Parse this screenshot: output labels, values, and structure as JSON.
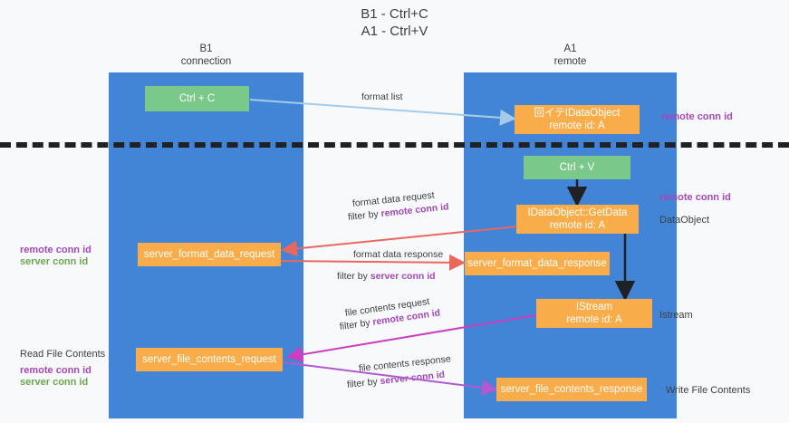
{
  "title": {
    "line1": "B1 - Ctrl+C",
    "line2": "A1 - Ctrl+V"
  },
  "lanes": [
    {
      "name": "B1",
      "subtitle": "connection"
    },
    {
      "name": "A1",
      "subtitle": "remote"
    }
  ],
  "colors": {
    "lane": "#4285d6",
    "green_box": "#7bc98a",
    "orange_box": "#f9ad4a",
    "purple_text": "#a347bb",
    "green_text": "#6aa84f",
    "arrow_blue": "#a6cbe8",
    "arrow_red": "#e8685d",
    "arrow_magenta": "#c councils",
    "arrow_black": "#202124",
    "divider": "#202124",
    "background": "#f8f9fa"
  },
  "boxes": {
    "ctrl_c": {
      "line1": "Ctrl + C",
      "line2": ""
    },
    "idataobject": {
      "line1": "回イテIDataObject",
      "line2": "remote id: A"
    },
    "ctrl_v": {
      "line1": "Ctrl + V",
      "line2": ""
    },
    "getdata": {
      "line1": "IDataObject::GetData",
      "line2": "remote id: A"
    },
    "server_format_data_request": {
      "line1": "server_format_data_request",
      "line2": ""
    },
    "server_format_data_response": {
      "line1": "server_format_data_response",
      "line2": ""
    },
    "istream": {
      "line1": "IStream",
      "line2": "remote id: A"
    },
    "server_file_contents_request": {
      "line1": "server_file_contents_request",
      "line2": ""
    },
    "server_file_contents_response": {
      "line1": "server_file_contents_response",
      "line2": ""
    }
  },
  "arrow_labels": {
    "format_list": "format list",
    "format_data_request": "format data request",
    "format_data_request_filter_prefix": "filter by ",
    "format_data_request_filter_value": "remote conn id",
    "format_data_response": "format data response",
    "format_data_response_filter_prefix": "filter by ",
    "format_data_response_filter_value": "server conn id",
    "file_contents_request": "file contents request",
    "file_contents_request_filter_prefix": "filter by ",
    "file_contents_request_filter_value": "remote conn id",
    "file_contents_response": "file contents response",
    "file_contents_response_filter_prefix": "filter by ",
    "file_contents_response_filter_value": "server conn id"
  },
  "side_notes": {
    "right_top_remote_conn_id": "remote conn id",
    "right_mid_remote_conn_id": "remote conn id",
    "right_dataobject": "DataObject",
    "right_istream": "Istream",
    "right_write_file_contents": "Write File Contents",
    "left_remote_conn_id": "remote conn id",
    "left_server_conn_id": "server conn id",
    "left_read_file_contents": "Read File Contents",
    "left_bottom_remote_conn_id": "remote conn id",
    "left_bottom_server_conn_id": "server conn id"
  }
}
